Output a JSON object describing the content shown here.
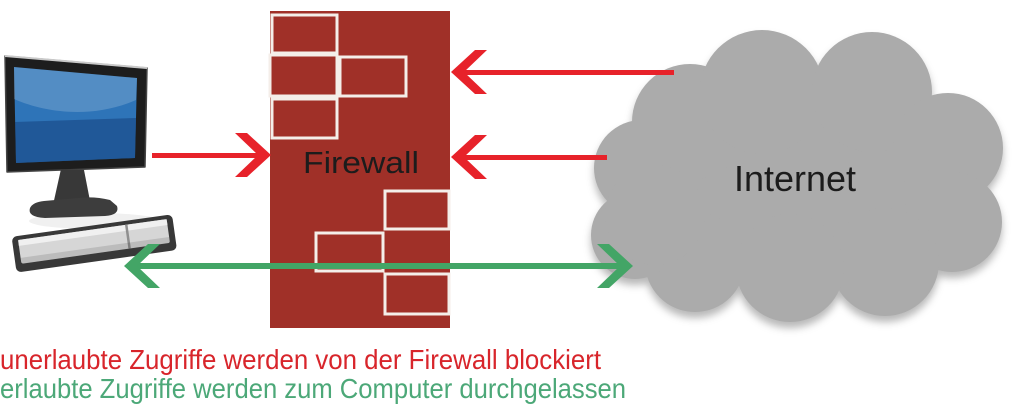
{
  "diagram": {
    "firewall_label": "Firewall",
    "internet_label": "Internet",
    "legend": {
      "blocked_text": "unerlaubte Zugriffe werden von der Firewall blockiert",
      "allowed_text": "erlaubte Zugriffe werden zum Computer durchgelassen"
    },
    "colors": {
      "wall_red": "#A03028",
      "brick_outline": "#F4EEE9",
      "arrow_red": "#E7222A",
      "arrow_green": "#43A566",
      "legend_red": "#D8252B",
      "legend_green": "#4CA878",
      "cloud_gray": "#ABABAB",
      "label_color": "#1C1C1C"
    }
  }
}
